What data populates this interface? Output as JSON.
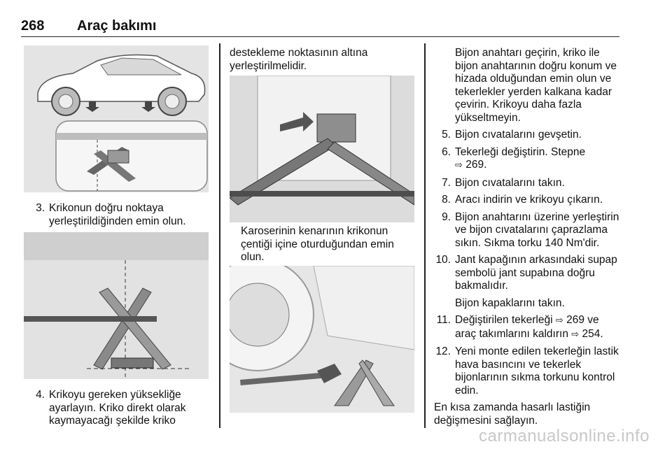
{
  "header": {
    "page_number": "268",
    "chapter_title": "Araç bakımı"
  },
  "col1": {
    "step3": {
      "num": "3.",
      "text": "Krikonun doğru noktaya yerleştirildiğinden emin olun."
    },
    "step4": {
      "num": "4.",
      "text": "Krikoyu gereken yüksekliğe ayarlayın. Kriko direkt olarak kaymayacağı şekilde kriko"
    }
  },
  "col2": {
    "continued": "destekleme noktasının altına yerleştirilmelidir.",
    "caption": "Karoserinin kenarının krikonun çentiği içine oturduğundan emin olun."
  },
  "col3": {
    "continued": "Bijon anahtarı geçirin, kriko ile bijon anahtarının doğru konum ve hizada olduğundan emin olun ve tekerlekler yerden kalkana kadar çevirin. Krikoyu daha fazla yükseltmeyin.",
    "step5": {
      "num": "5.",
      "text": "Bijon cıvatalarını gevşetin."
    },
    "step6": {
      "num": "6.",
      "text": "Tekerleği değiştirin. Stepne",
      "ref_arrow": "⇨",
      "ref": "269."
    },
    "step7": {
      "num": "7.",
      "text": "Bijon cıvatalarını takın."
    },
    "step8": {
      "num": "8.",
      "text": "Aracı indirin ve krikoyu çıkarın."
    },
    "step9": {
      "num": "9.",
      "text": "Bijon anahtarını üzerine yerleştirin ve bijon cıvatalarını çaprazlama sıkın. Sıkma torku 140 Nm'dir."
    },
    "step10": {
      "num": "10.",
      "text": "Jant kapağının arkasındaki supap sembolü jant supabına doğru bakmalıdır."
    },
    "step10_sub": "Bijon kapaklarını takın.",
    "step11": {
      "num": "11.",
      "text_a": "Değiştirilen tekerleği",
      "ref_a": "269 ve",
      "text_b": "araç takımlarını kaldırın",
      "ref_b": "254."
    },
    "step12": {
      "num": "12.",
      "text": "Yeni monte edilen tekerleğin lastik hava basıncını ve tekerlek bijonlarının sıkma torkunu kontrol edin."
    },
    "closing": "En kısa zamanda hasarlı lastiğin değişmesini sağlayın."
  },
  "watermark": "carmanualsonline.info"
}
